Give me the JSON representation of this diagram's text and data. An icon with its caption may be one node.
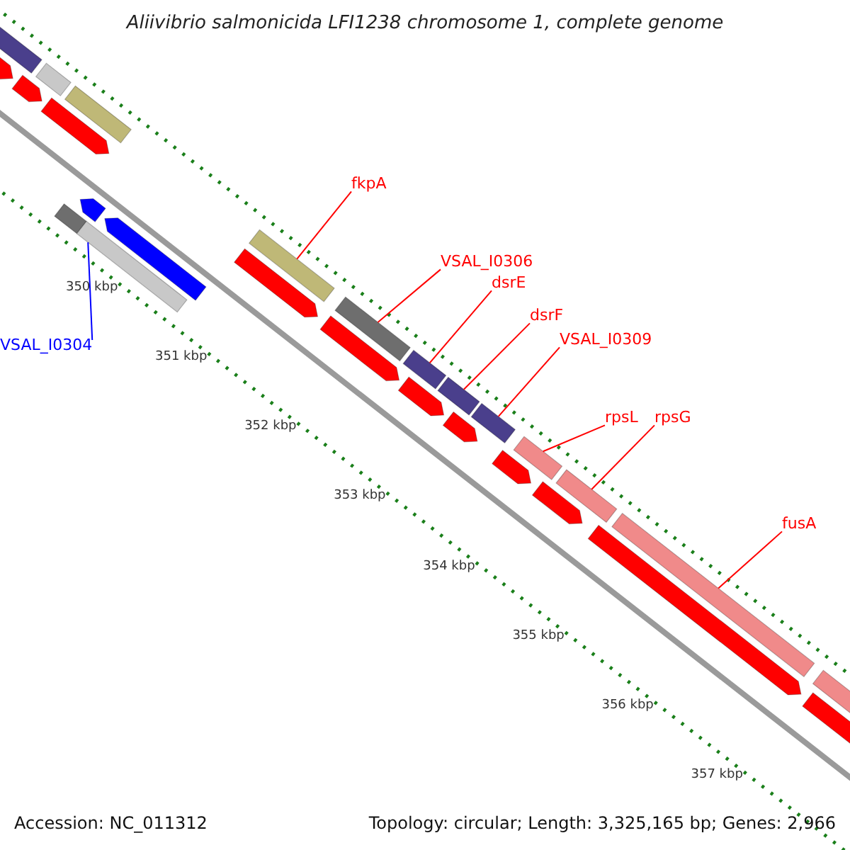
{
  "diagram": {
    "title": "Aliivibrio salmonicida LFI1238 chromosome 1, complete genome",
    "nodes": [
      {
        "text": [
          "fkpA"
        ]
      },
      {
        "text": [],
        "shape": "bar"
      },
      {
        "text": [
          "VSAL_I0306"
        ]
      },
      {
        "text": [],
        "shape": "bar"
      },
      {
        "text": [
          "dsrE"
        ]
      },
      {
        "text": [],
        "shape": "bar"
      },
      {
        "text": [
          "dsrF"
        ]
      },
      {
        "text": [],
        "shape": "bar"
      },
      {
        "text": [
          "VSAL_I0309"
        ]
      },
      {
        "text": [],
        "shape": "bar"
      },
      {
        "text": [
          "VSAL_I0304"
        ]
      },
      {
        "text": [],
        "shape": "bar"
      },
      {
        "text": [
          "rpsL"
        ]
      },
      {
        "text": [],
        "shape": "bar"
      },
      {
        "text": [
          "rpsG"
        ]
      },
      {
        "text": [],
        "shape": "bar"
      },
      {
        "text": [
          "fusA"
        ]
      },
      {
        "text": [],
        "shape": "bar"
      },
      {
        "text": [],
        "shape": "arrow"
      }
    ],
    "edges": [
      {
        "from": 0,
        "to": 1,
        "arrow": "none"
      },
      {
        "from": 2,
        "to": 3,
        "arrow": "none"
      },
      {
        "from": 4,
        "to": 5,
        "arrow": "none"
      },
      {
        "from": 6,
        "to": 7,
        "arrow": "none"
      },
      {
        "from": 8,
        "to": 9,
        "arrow": "none"
      },
      {
        "from": 10,
        "to": 11,
        "arrow": "none",
        "color": "#0000ff"
      },
      {
        "from": 12,
        "to": 13,
        "arrow": "none"
      },
      {
        "from": 14,
        "to": 15,
        "arrow": "none"
      },
      {
        "from": 16,
        "to": 17,
        "arrow": "none"
      }
    ],
    "labels": [
      "350 kbp",
      "351 kbp",
      "352 kbp",
      "353 kbp",
      "354 kbp",
      "355 kbp",
      "356 kbp",
      "357 kbp",
      "Accession: NC_011312",
      "Topology: circular; Length: 3,325,165 bp; Genes: 2,966"
    ]
  }
}
